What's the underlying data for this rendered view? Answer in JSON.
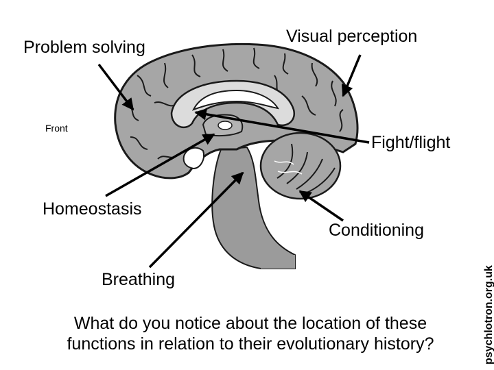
{
  "labels": {
    "problem_solving": "Problem solving",
    "visual_perception": "Visual perception",
    "front": "Front",
    "fight_flight": "Fight/flight",
    "homeostasis": "Homeostasis",
    "conditioning": "Conditioning",
    "breathing": "Breathing"
  },
  "question": {
    "line1": "What do you notice about the location of these",
    "line2": "functions in relation to their evolutionary history?"
  },
  "credit": "psychlotron.org.uk",
  "colors": {
    "brain_fill": "#a6a6a6",
    "brain_outline": "#1a1a1a",
    "inner_light": "#dcdcdc",
    "stem_fill": "#9b9b9b",
    "arrow": "#000000"
  }
}
